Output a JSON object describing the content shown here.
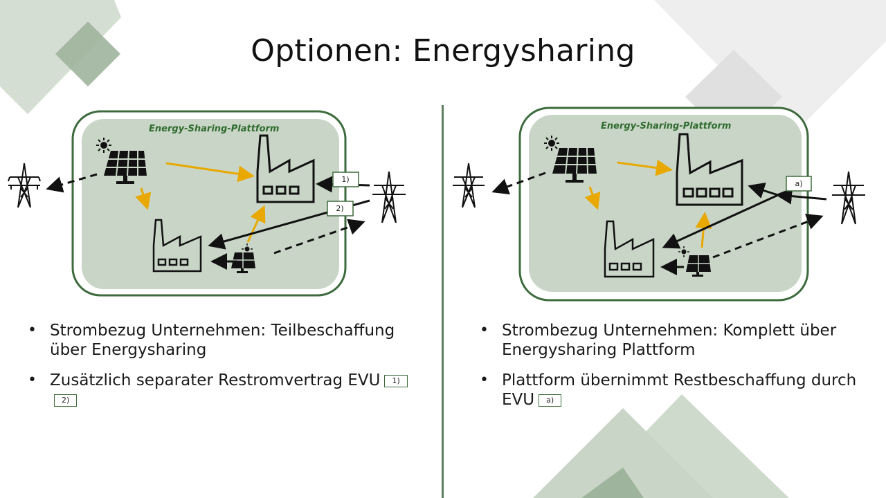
{
  "slide": {
    "title": "Optionen: Energysharing",
    "left": {
      "platform_label": "Energy-Sharing-Plattform",
      "tag1": "1)",
      "tag2": "2)",
      "bullet1": "Strombezug Unternehmen: Teilbeschaffung über Energysharing",
      "bullet2": "Zusätzlich separater Restromvertrag EVU",
      "bullet2_tags": [
        "1)",
        "2)"
      ]
    },
    "right": {
      "platform_label": "Energy-Sharing-Plattform",
      "tag_a": "a)",
      "bullet1": "Strombezug Unternehmen: Komplett über Energysharing Plattform",
      "bullet2": "Plattform übernimmt Restbeschaffung durch EVU",
      "bullet2_tag": "a)"
    }
  },
  "colors": {
    "accent_green": "#3d6b3d",
    "panel_fill": "#c9d6c7",
    "arrow_yellow": "#e8a800",
    "deco_green": "#a9bea6",
    "deco_grey": "#e3e3e3"
  }
}
